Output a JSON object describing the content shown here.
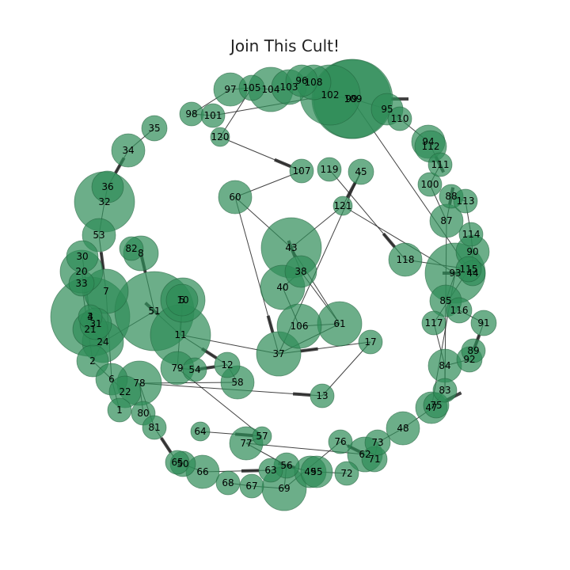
{
  "title": "Join This Cult!",
  "colors": {
    "node_fill": "#2e8b57",
    "node_opacity": 0.7,
    "edge": "#222222"
  },
  "nodes": [
    {
      "id": "1",
      "size": 15
    },
    {
      "id": "2",
      "size": 20
    },
    {
      "id": "3",
      "size": 15
    },
    {
      "id": "4",
      "size": 50
    },
    {
      "id": "5",
      "size": 20
    },
    {
      "id": "6",
      "size": 20
    },
    {
      "id": "7",
      "size": 28
    },
    {
      "id": "8",
      "size": 22
    },
    {
      "id": "10",
      "size": 28
    },
    {
      "id": "11",
      "size": 38
    },
    {
      "id": "12",
      "size": 16
    },
    {
      "id": "13",
      "size": 15
    },
    {
      "id": "17",
      "size": 15
    },
    {
      "id": "20",
      "size": 27
    },
    {
      "id": "21",
      "size": 22
    },
    {
      "id": "22",
      "size": 20
    },
    {
      "id": "24",
      "size": 26
    },
    {
      "id": "30",
      "size": 20
    },
    {
      "id": "31",
      "size": 20
    },
    {
      "id": "32",
      "size": 38
    },
    {
      "id": "33",
      "size": 16
    },
    {
      "id": "34",
      "size": 21
    },
    {
      "id": "35",
      "size": 16
    },
    {
      "id": "36",
      "size": 20
    },
    {
      "id": "37",
      "size": 28
    },
    {
      "id": "38",
      "size": 20
    },
    {
      "id": "40",
      "size": 28
    },
    {
      "id": "43",
      "size": 38
    },
    {
      "id": "44",
      "size": 16
    },
    {
      "id": "45",
      "size": 16
    },
    {
      "id": "47",
      "size": 20
    },
    {
      "id": "48",
      "size": 21
    },
    {
      "id": "49",
      "size": 20
    },
    {
      "id": "50",
      "size": 16
    },
    {
      "id": "51",
      "size": 50
    },
    {
      "id": "53",
      "size": 21
    },
    {
      "id": "54",
      "size": 15
    },
    {
      "id": "55",
      "size": 20
    },
    {
      "id": "56",
      "size": 16
    },
    {
      "id": "57",
      "size": 12
    },
    {
      "id": "58",
      "size": 21
    },
    {
      "id": "60",
      "size": 21
    },
    {
      "id": "61",
      "size": 28
    },
    {
      "id": "62",
      "size": 22
    },
    {
      "id": "63",
      "size": 15
    },
    {
      "id": "64",
      "size": 12
    },
    {
      "id": "65",
      "size": 15
    },
    {
      "id": "66",
      "size": 21
    },
    {
      "id": "67",
      "size": 15
    },
    {
      "id": "68",
      "size": 15
    },
    {
      "id": "69",
      "size": 28
    },
    {
      "id": "71",
      "size": 16
    },
    {
      "id": "72",
      "size": 15
    },
    {
      "id": "73",
      "size": 16
    },
    {
      "id": "75",
      "size": 16
    },
    {
      "id": "76",
      "size": 15
    },
    {
      "id": "77",
      "size": 21
    },
    {
      "id": "78",
      "size": 28
    },
    {
      "id": "79",
      "size": 21
    },
    {
      "id": "80",
      "size": 15
    },
    {
      "id": "81",
      "size": 15
    },
    {
      "id": "82",
      "size": 15
    },
    {
      "id": "83",
      "size": 15
    },
    {
      "id": "84",
      "size": 21
    },
    {
      "id": "85",
      "size": 20
    },
    {
      "id": "87",
      "size": 21
    },
    {
      "id": "88",
      "size": 15
    },
    {
      "id": "89",
      "size": 15
    },
    {
      "id": "90",
      "size": 21
    },
    {
      "id": "91",
      "size": 16
    },
    {
      "id": "92",
      "size": 16
    },
    {
      "id": "93",
      "size": 38
    },
    {
      "id": "94",
      "size": 21
    },
    {
      "id": "95",
      "size": 20
    },
    {
      "id": "96",
      "size": 20
    },
    {
      "id": "97",
      "size": 21
    },
    {
      "id": "98",
      "size": 15
    },
    {
      "id": "99",
      "size": 50
    },
    {
      "id": "100",
      "size": 15
    },
    {
      "id": "101",
      "size": 15
    },
    {
      "id": "102",
      "size": 38
    },
    {
      "id": "103",
      "size": 22
    },
    {
      "id": "104",
      "size": 28
    },
    {
      "id": "105",
      "size": 16
    },
    {
      "id": "106",
      "size": 28
    },
    {
      "id": "107",
      "size": 15
    },
    {
      "id": "108",
      "size": 22
    },
    {
      "id": "109",
      "size": 50
    },
    {
      "id": "110",
      "size": 15
    },
    {
      "id": "111",
      "size": 15
    },
    {
      "id": "112",
      "size": 20
    },
    {
      "id": "113",
      "size": 15
    },
    {
      "id": "114",
      "size": 15
    },
    {
      "id": "115",
      "size": 16
    },
    {
      "id": "116",
      "size": 16
    },
    {
      "id": "117",
      "size": 15
    },
    {
      "id": "118",
      "size": 21
    },
    {
      "id": "119",
      "size": 15
    },
    {
      "id": "120",
      "size": 12
    },
    {
      "id": "121",
      "size": 12
    }
  ],
  "edges": [
    [
      "35",
      "34"
    ],
    [
      "34",
      "36"
    ],
    [
      "36",
      "32"
    ],
    [
      "32",
      "53"
    ],
    [
      "53",
      "7"
    ],
    [
      "7",
      "6"
    ],
    [
      "6",
      "22"
    ],
    [
      "20",
      "4"
    ],
    [
      "4",
      "21"
    ],
    [
      "21",
      "24"
    ],
    [
      "24",
      "2"
    ],
    [
      "2",
      "6"
    ],
    [
      "1",
      "6"
    ],
    [
      "80",
      "78"
    ],
    [
      "81",
      "65"
    ],
    [
      "65",
      "50"
    ],
    [
      "50",
      "66"
    ],
    [
      "66",
      "63"
    ],
    [
      "68",
      "67"
    ],
    [
      "67",
      "69"
    ],
    [
      "82",
      "8"
    ],
    [
      "8",
      "51"
    ],
    [
      "51",
      "11"
    ],
    [
      "51",
      "24"
    ],
    [
      "11",
      "12"
    ],
    [
      "12",
      "58"
    ],
    [
      "11",
      "37"
    ],
    [
      "10",
      "11"
    ],
    [
      "79",
      "54"
    ],
    [
      "79",
      "57"
    ],
    [
      "54",
      "12"
    ],
    [
      "78",
      "13"
    ],
    [
      "78",
      "81"
    ],
    [
      "64",
      "57"
    ],
    [
      "57",
      "77"
    ],
    [
      "77",
      "56"
    ],
    [
      "56",
      "49"
    ],
    [
      "49",
      "55"
    ],
    [
      "55",
      "72"
    ],
    [
      "63",
      "56"
    ],
    [
      "76",
      "62"
    ],
    [
      "62",
      "71"
    ],
    [
      "71",
      "73"
    ],
    [
      "73",
      "48"
    ],
    [
      "48",
      "75"
    ],
    [
      "75",
      "47"
    ],
    [
      "47",
      "83"
    ],
    [
      "83",
      "84"
    ],
    [
      "84",
      "92"
    ],
    [
      "92",
      "89"
    ],
    [
      "89",
      "91"
    ],
    [
      "91",
      "116"
    ],
    [
      "116",
      "85"
    ],
    [
      "85",
      "93"
    ],
    [
      "93",
      "44"
    ],
    [
      "44",
      "90"
    ],
    [
      "90",
      "114"
    ],
    [
      "114",
      "113"
    ],
    [
      "113",
      "88"
    ],
    [
      "88",
      "87"
    ],
    [
      "87",
      "100"
    ],
    [
      "100",
      "111"
    ],
    [
      "111",
      "112"
    ],
    [
      "112",
      "94"
    ],
    [
      "94",
      "110"
    ],
    [
      "110",
      "95"
    ],
    [
      "95",
      "109"
    ],
    [
      "109",
      "99"
    ],
    [
      "99",
      "102"
    ],
    [
      "102",
      "108"
    ],
    [
      "108",
      "96"
    ],
    [
      "96",
      "103"
    ],
    [
      "103",
      "104"
    ],
    [
      "104",
      "105"
    ],
    [
      "105",
      "97"
    ],
    [
      "97",
      "98"
    ],
    [
      "98",
      "101"
    ],
    [
      "101",
      "102"
    ],
    [
      "120",
      "107"
    ],
    [
      "107",
      "60"
    ],
    [
      "60",
      "37"
    ],
    [
      "60",
      "43"
    ],
    [
      "43",
      "38"
    ],
    [
      "38",
      "40"
    ],
    [
      "40",
      "106"
    ],
    [
      "106",
      "61"
    ],
    [
      "61",
      "43"
    ],
    [
      "61",
      "38"
    ],
    [
      "45",
      "121"
    ],
    [
      "121",
      "43"
    ],
    [
      "119",
      "118"
    ],
    [
      "118",
      "115"
    ],
    [
      "45",
      "37"
    ],
    [
      "17",
      "37"
    ],
    [
      "17",
      "13"
    ],
    [
      "37",
      "61"
    ],
    [
      "84",
      "117"
    ],
    [
      "117",
      "115"
    ],
    [
      "87",
      "85"
    ],
    [
      "85",
      "83"
    ],
    [
      "93",
      "47"
    ],
    [
      "99",
      "115"
    ],
    [
      "4",
      "3"
    ],
    [
      "33",
      "2"
    ],
    [
      "30",
      "3"
    ],
    [
      "120",
      "105"
    ],
    [
      "121",
      "93"
    ],
    [
      "56",
      "69"
    ],
    [
      "77",
      "62"
    ],
    [
      "76",
      "69"
    ],
    [
      "58",
      "78"
    ],
    [
      "79",
      "5"
    ]
  ],
  "arrow_edges": [
    [
      "34",
      "36"
    ],
    [
      "53",
      "7"
    ],
    [
      "8",
      "51"
    ],
    [
      "51",
      "11"
    ],
    [
      "11",
      "12"
    ],
    [
      "78",
      "13"
    ],
    [
      "64",
      "57"
    ],
    [
      "56",
      "49"
    ],
    [
      "62",
      "71"
    ],
    [
      "75",
      "47"
    ],
    [
      "89",
      "91"
    ],
    [
      "93",
      "44"
    ],
    [
      "88",
      "87"
    ],
    [
      "112",
      "94"
    ],
    [
      "109",
      "99"
    ],
    [
      "120",
      "107"
    ],
    [
      "60",
      "37"
    ],
    [
      "43",
      "38"
    ],
    [
      "45",
      "121"
    ],
    [
      "119",
      "118"
    ],
    [
      "17",
      "37"
    ],
    [
      "66",
      "63"
    ],
    [
      "81",
      "65"
    ],
    [
      "54",
      "12"
    ]
  ]
}
